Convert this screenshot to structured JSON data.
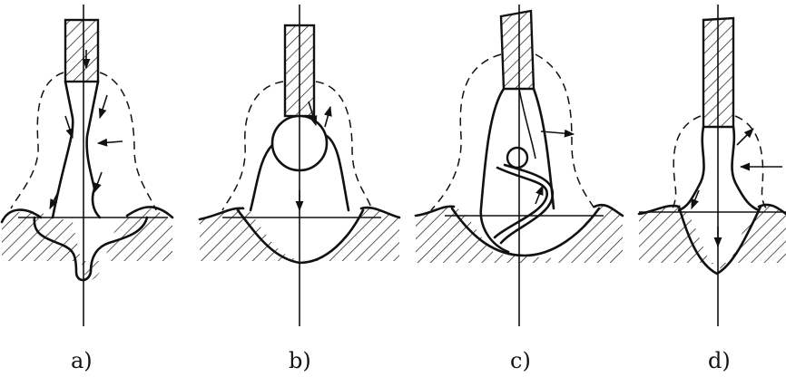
{
  "panels": [
    {
      "id": "a",
      "label": "a)"
    },
    {
      "id": "b",
      "label": "b)"
    },
    {
      "id": "c",
      "label": "c)"
    },
    {
      "id": "d",
      "label": "d)"
    }
  ]
}
